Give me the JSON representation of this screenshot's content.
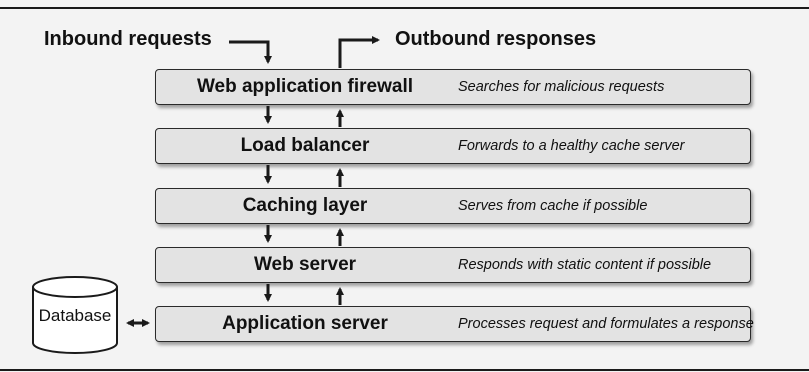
{
  "inbound_label": "Inbound requests",
  "outbound_label": "Outbound responses",
  "layers": [
    {
      "name": "Web application firewall",
      "description": "Searches for malicious requests"
    },
    {
      "name": "Load balancer",
      "description": "Forwards to a healthy cache server"
    },
    {
      "name": "Caching layer",
      "description": "Serves from cache if possible"
    },
    {
      "name": "Web server",
      "description": "Responds with static content if possible"
    },
    {
      "name": "Application server",
      "description": "Processes request and formulates a response"
    }
  ],
  "database_label": "Database",
  "colors": {
    "background": "#f3f3f3",
    "layer_fill": "#e3e3e3",
    "stroke": "#1a1a1a"
  }
}
